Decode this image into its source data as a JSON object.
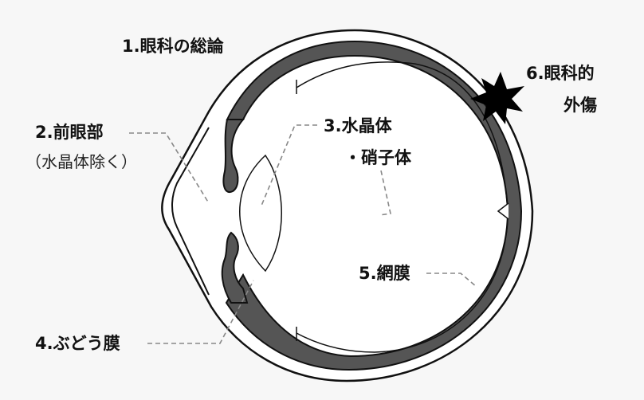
{
  "labels": {
    "general": "1.眼科の総論",
    "anterior": "2.前眼部",
    "anterior_note": "（水晶体除く）",
    "lens": "3.水晶体",
    "vitreous": "・硝子体",
    "uvea": "4.ぶどう膜",
    "retina": "5.網膜",
    "trauma_line1": "6.眼科的",
    "trauma_line2": "外傷"
  },
  "colors": {
    "background": "#f7f7f7",
    "outline": "#111111",
    "uvea_fill": "#555555",
    "starburst": "#000000",
    "leader": "#888888"
  }
}
